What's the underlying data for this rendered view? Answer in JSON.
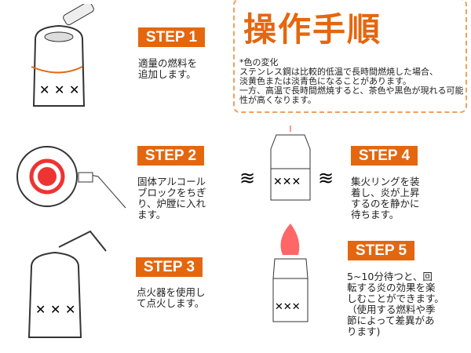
{
  "title": "操作手順",
  "note": {
    "heading": "*色の変化",
    "body": "ステンレス鋼は比較的低温で長時間燃焼した場合、\n淡黄色または淡青色になることがあります。\n一方、高温で長時間燃焼すると、茶色や黒色が現れる可能性が高くなります。"
  },
  "steps": [
    {
      "label": "STEP 1",
      "text": "適量の燃料を\n追加します。"
    },
    {
      "label": "STEP 2",
      "text": "固体アルコール\nブロックをちぎ\nり、炉膛に入れ\nます。"
    },
    {
      "label": "STEP 3",
      "text": "点火器を使用し\nて点火します。"
    },
    {
      "label": "STEP 4",
      "text": "集火リングを装\n着し、炎が上昇\nするのを静かに\n待ちます。"
    },
    {
      "label": "STEP 5",
      "text": "5~10分待つと、回\n転する炎の効果を楽\nしむことができます。\n（使用する燃料や季\n節によって差異があ\nります)"
    }
  ],
  "colors": {
    "accent": "#e4670f"
  }
}
